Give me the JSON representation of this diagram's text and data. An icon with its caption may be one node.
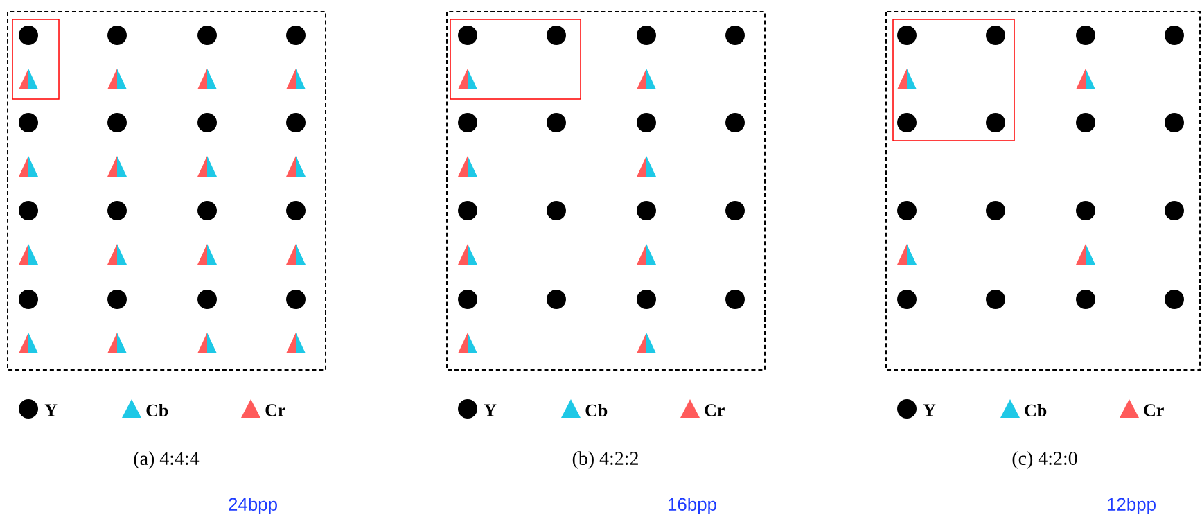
{
  "diagram": {
    "labels": [
      "(a) 4:4:4",
      "24bpp",
      "(b) 4:2:2",
      "16bpp",
      "(c) 4:2:0",
      "12bpp"
    ],
    "legend": [
      {
        "text": "Y",
        "color": "#000000"
      },
      {
        "text": "Cb",
        "color": "#1ec8e6"
      },
      {
        "text": "Cr",
        "color": "#ff5a5a"
      },
      {
        "text": "Y",
        "color": "#000000"
      },
      {
        "text": "Cb",
        "color": "#1ec8e6"
      },
      {
        "text": "Cr",
        "color": "#ff5a5a"
      },
      {
        "text": "Y",
        "color": "#000000"
      },
      {
        "text": "Cb",
        "color": "#1ec8e6"
      },
      {
        "text": "Cr",
        "color": "#ff5a5a"
      }
    ]
  }
}
